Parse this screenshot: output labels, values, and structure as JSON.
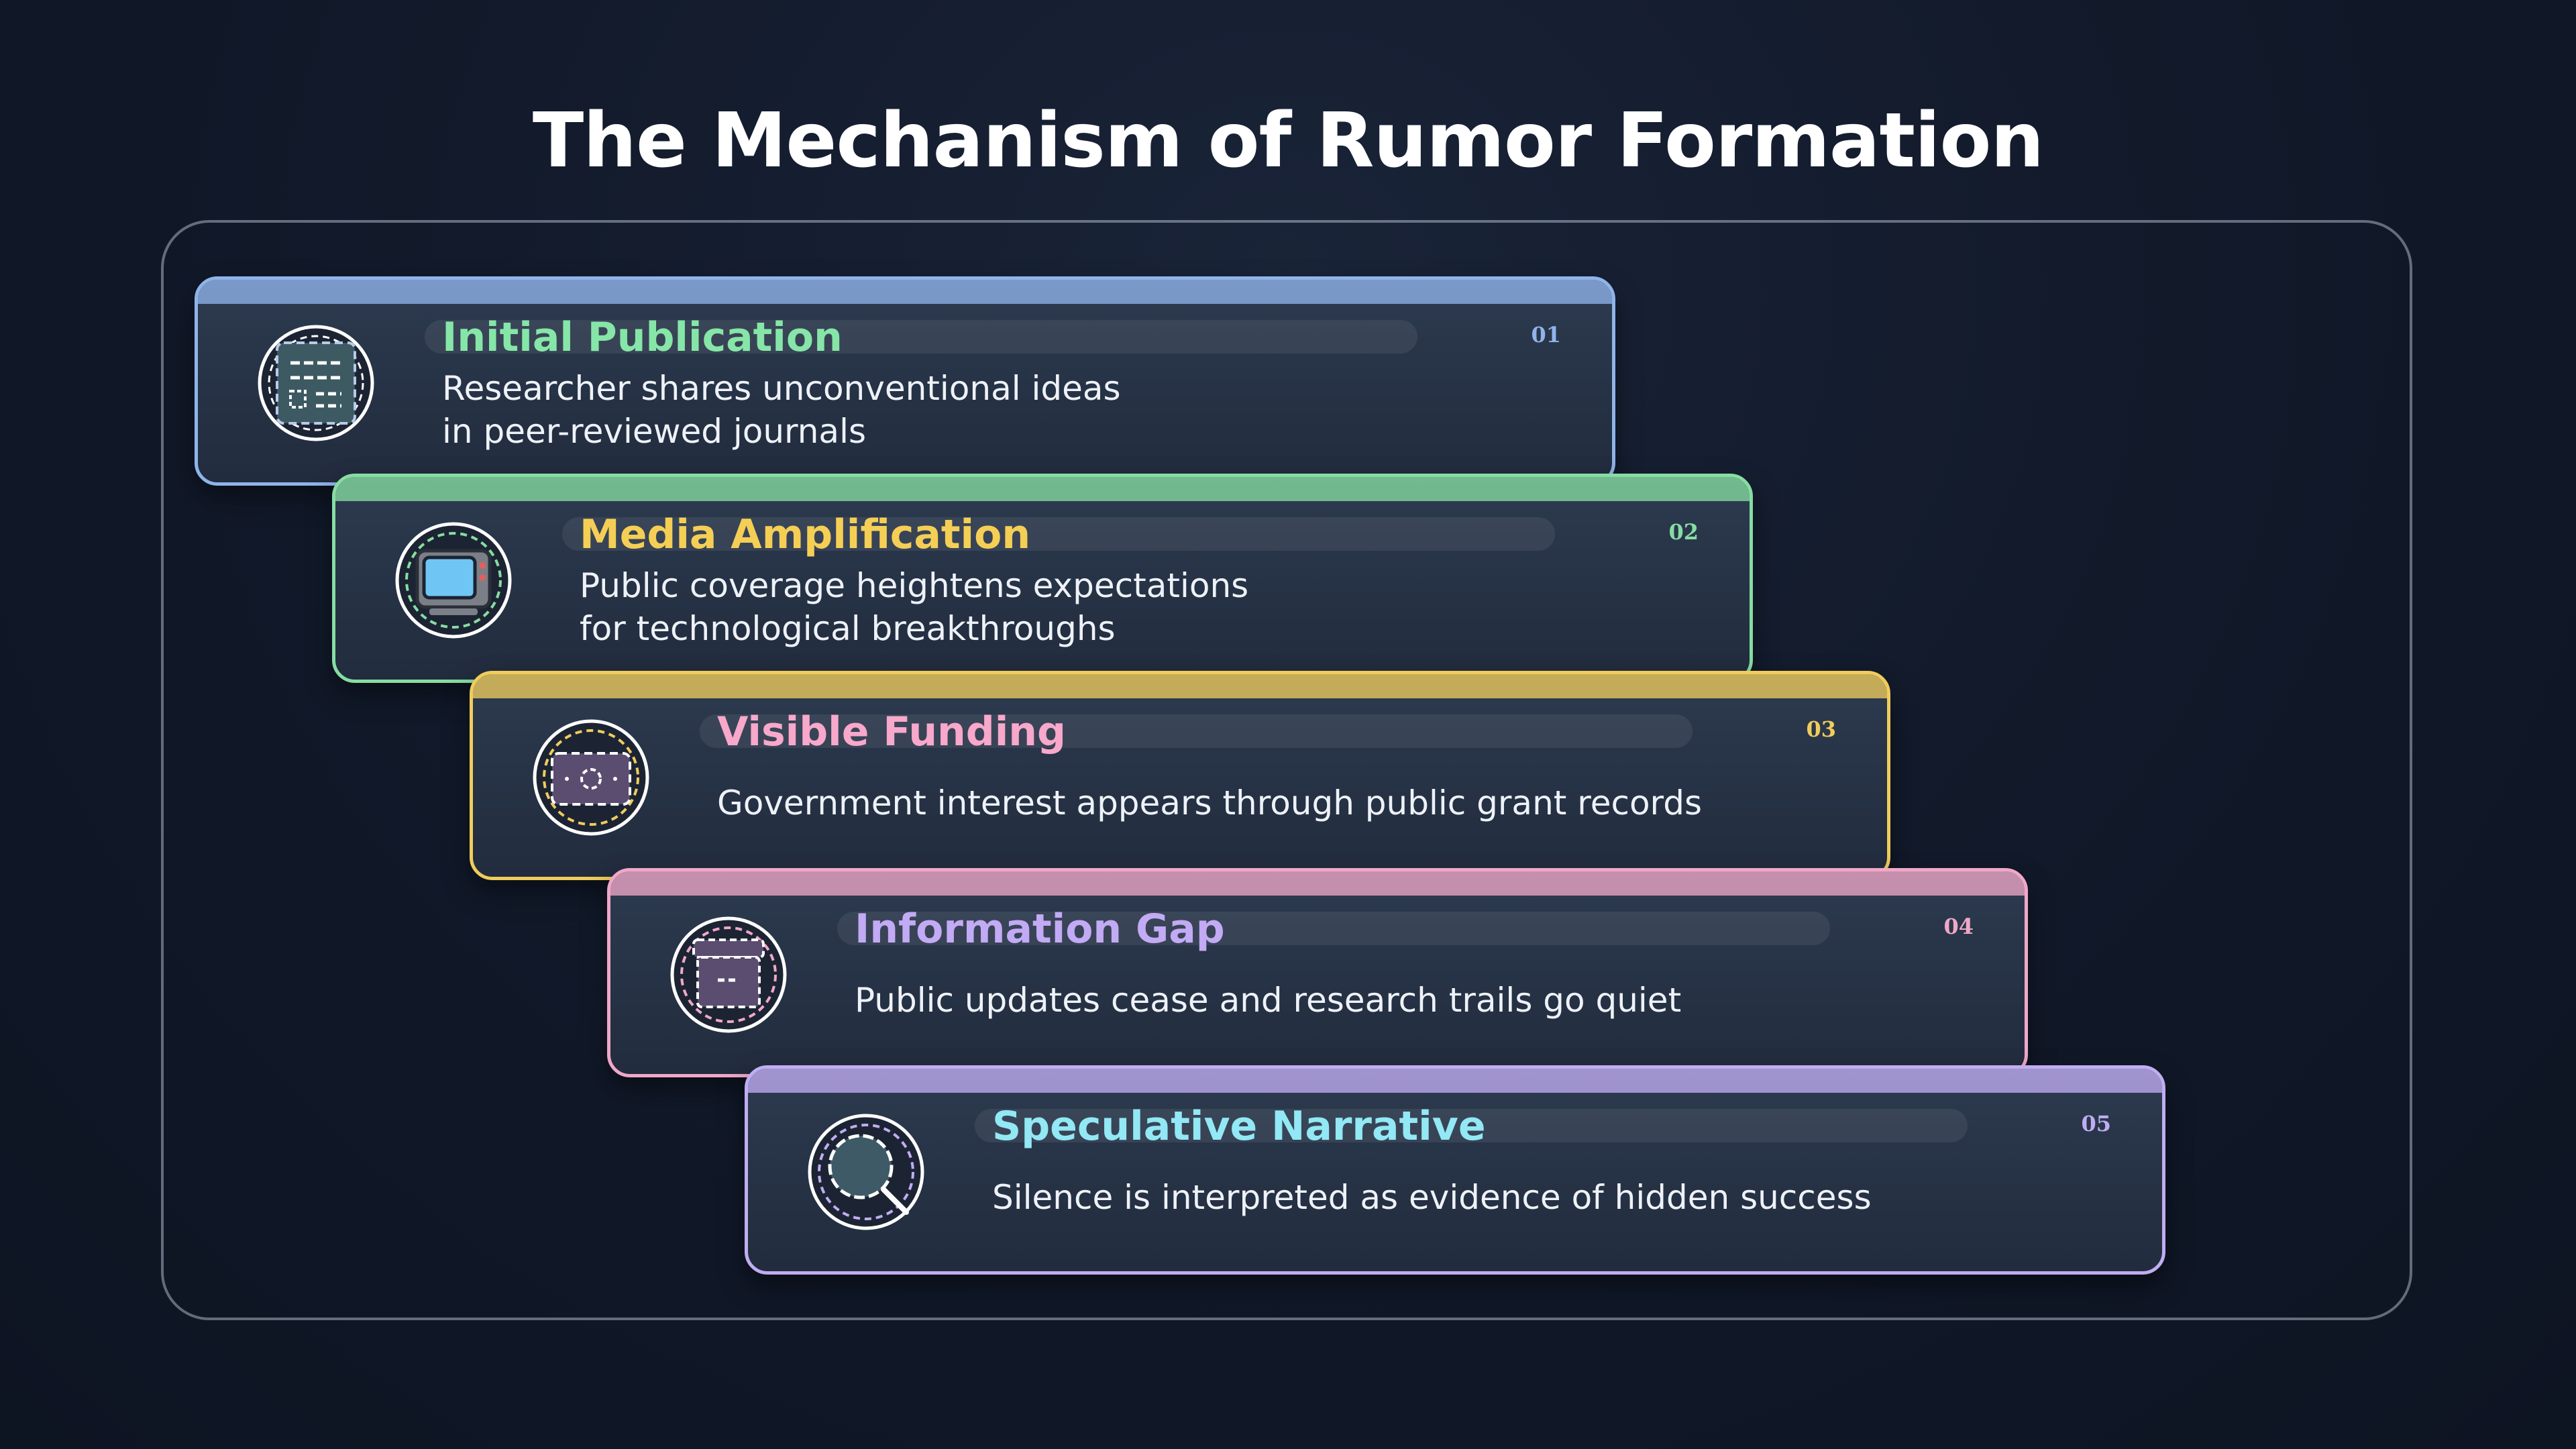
{
  "title": "The Mechanism of Rumor Formation",
  "steps": [
    {
      "number": "01",
      "title": "Initial Publication",
      "line1": "Researcher shares unconventional ideas",
      "line2": "in peer-reviewed journals",
      "icon": "document-icon",
      "border_color": "#8fb4ea",
      "title_color": "#86e6a8"
    },
    {
      "number": "02",
      "title": "Media Amplification",
      "line1": "Public coverage heightens expectations",
      "line2": "for technological breakthroughs",
      "icon": "tv-icon",
      "border_color": "#86dda2",
      "title_color": "#f5cf55"
    },
    {
      "number": "03",
      "title": "Visible Funding",
      "line1": "Government interest appears through public grant records",
      "line2": "",
      "icon": "money-icon",
      "border_color": "#f0cc5c",
      "title_color": "#f7a8cb"
    },
    {
      "number": "04",
      "title": "Information Gap",
      "line1": "Public updates cease and research trails go quiet",
      "line2": "",
      "icon": "archive-box-icon",
      "border_color": "#f0a8c8",
      "title_color": "#c2aaf5"
    },
    {
      "number": "05",
      "title": "Speculative Narrative",
      "line1": "Silence is interpreted as evidence of hidden success",
      "line2": "",
      "icon": "magnifier-icon",
      "border_color": "#c0adf2",
      "title_color": "#92e8f4"
    }
  ]
}
